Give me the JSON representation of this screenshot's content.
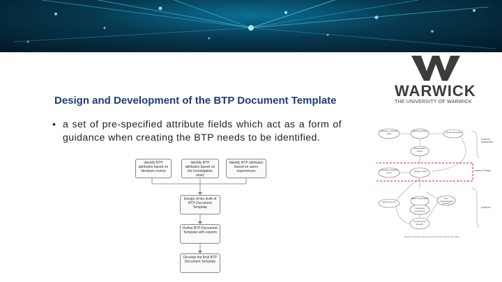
{
  "slide": {
    "title": "Design and Development of the BTP Document Template",
    "bullet": "a set of pre-specified attribute fields which act as a form of guidance when creating the BTP needs to be identified."
  },
  "logo": {
    "word": "WARWICK",
    "sub": "THE UNIVERSITY OF WARWICK"
  },
  "flowchart": {
    "top_boxes": [
      "Identify BTP attributes based on literature review",
      "Identify BTP attributes based on the investigative study",
      "Identify BTP attributes based on users experiences"
    ],
    "steps": [
      "Design of the draft of BTP Document Template",
      "Refine BTP Document Template with experts",
      "Develop the final BTP Document Template"
    ]
  },
  "cycle_diagram": {
    "nodes": [
      "Literature research parts",
      "Identify problem",
      "Ignore interviews",
      "Dissertation outline",
      "Literature research parts",
      "Design review",
      "Define hypothesis",
      "Ignore events",
      "Grounded experiment",
      "Five methodologies research",
      "Performance Results"
    ],
    "side_labels": [
      "problem awareness",
      "solution Design",
      "solutions"
    ],
    "caption": "Figure 1.1 Design science research framework in this study"
  },
  "colors": {
    "title": "#1f3d73",
    "highlight": "#d42020"
  }
}
